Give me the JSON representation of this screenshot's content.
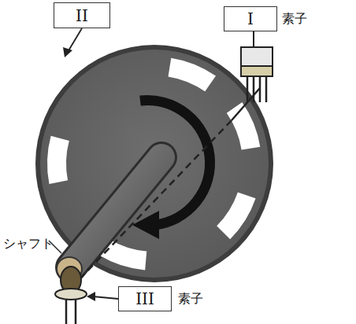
{
  "diagram": {
    "nodes": [
      {
        "text": [
          "II"
        ]
      },
      {
        "text": [
          "I"
        ]
      },
      {
        "text": [
          "III"
        ]
      }
    ],
    "labels": [
      "素子",
      "素子",
      "シャフト"
    ]
  }
}
